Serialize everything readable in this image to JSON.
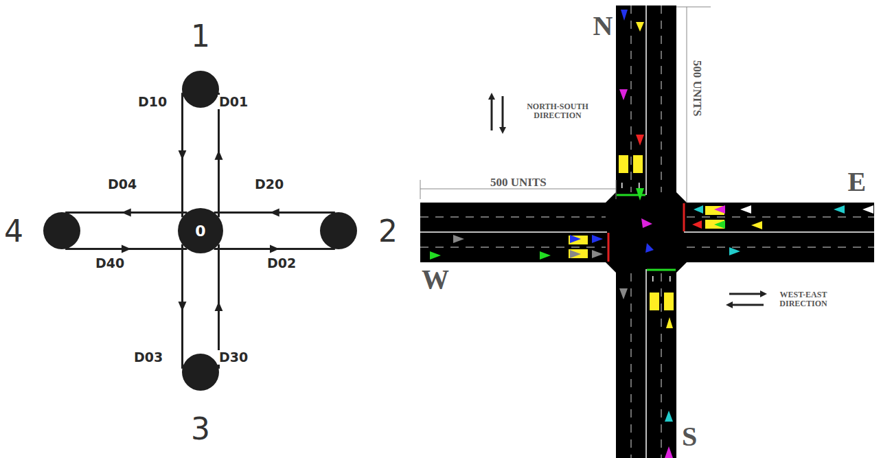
{
  "diagram": {
    "nodes": [
      {
        "text": [
          "1"
        ]
      },
      {
        "text": [
          "4"
        ]
      },
      {
        "text": [
          "0"
        ]
      },
      {
        "text": [
          "2"
        ]
      },
      {
        "text": [
          "3"
        ]
      }
    ],
    "edges": [
      {
        "from": 0,
        "to": 2,
        "arrow": "to",
        "label": "D10"
      },
      {
        "from": 2,
        "to": 0,
        "arrow": "to",
        "label": "D01"
      },
      {
        "from": 2,
        "to": 1,
        "arrow": "to",
        "label": "D04"
      },
      {
        "from": 3,
        "to": 2,
        "arrow": "to",
        "label": "D20"
      },
      {
        "from": 1,
        "to": 2,
        "arrow": "to",
        "label": "D40"
      },
      {
        "from": 2,
        "to": 3,
        "arrow": "to",
        "label": "D02"
      },
      {
        "from": 2,
        "to": 4,
        "arrow": "to",
        "label": "D03"
      },
      {
        "from": 4,
        "to": 2,
        "arrow": "to",
        "label": "D30"
      }
    ],
    "labels": [
      "N",
      "500 UNITS",
      "NORTH-SOUTH DIRECTION",
      "500 UNITS",
      "E",
      "W",
      "WEST-EAST DIRECTION",
      "S"
    ]
  }
}
